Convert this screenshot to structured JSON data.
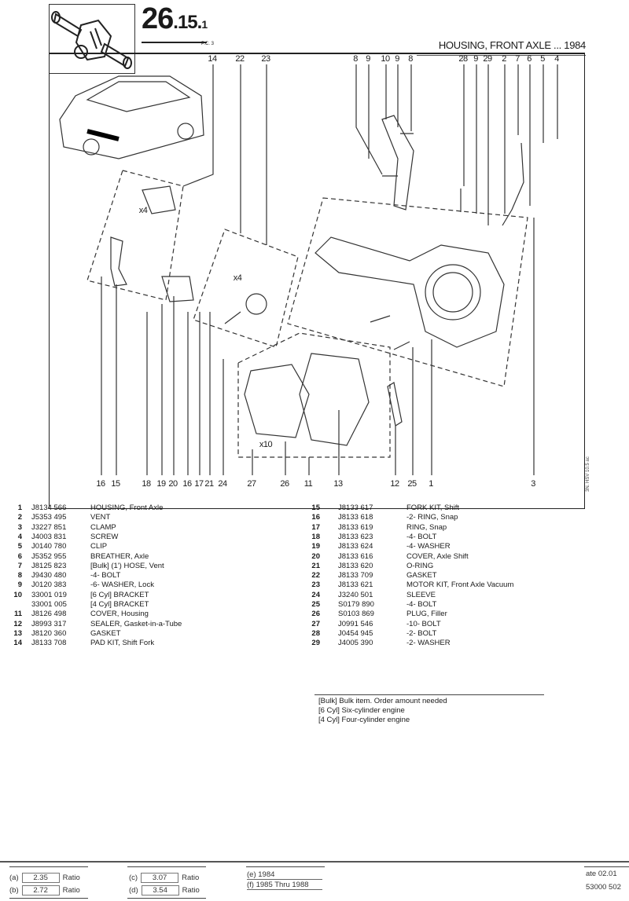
{
  "header": {
    "section_main": "26",
    "section_sub": ".15.",
    "section_index": "1",
    "pc_label": "P.C. 3",
    "title": "HOUSING, FRONT AXLE ... 1984"
  },
  "diagram": {
    "top_callouts": [
      "14",
      "22",
      "23",
      "8",
      "9",
      "10",
      "9",
      "8",
      "28",
      "9",
      "29",
      "2",
      "7",
      "6",
      "5",
      "4"
    ],
    "bottom_callouts": [
      "16",
      "15",
      "18",
      "19",
      "20",
      "16",
      "17",
      "21",
      "24",
      "27",
      "26",
      "11",
      "13",
      "12",
      "25",
      "1",
      "3"
    ],
    "inset_labels": [
      "x4",
      "x4",
      "x10"
    ],
    "side_code": "3N. HSV 10.5 ac"
  },
  "parts_left": [
    {
      "no": "1",
      "part": "J8134 566",
      "desc": "HOUSING, Front Axle"
    },
    {
      "no": "2",
      "part": "J5353 495",
      "desc": "VENT"
    },
    {
      "no": "3",
      "part": "J3227 851",
      "desc": "CLAMP"
    },
    {
      "no": "4",
      "part": "J4003 831",
      "desc": "SCREW"
    },
    {
      "no": "5",
      "part": "J0140 780",
      "desc": "CLIP"
    },
    {
      "no": "6",
      "part": "J5352 955",
      "desc": "BREATHER, Axle"
    },
    {
      "no": "7",
      "part": "J8125 823",
      "desc": "[Bulk] (1')   HOSE, Vent"
    },
    {
      "no": "8",
      "part": "J9430 480",
      "desc": "-4- BOLT"
    },
    {
      "no": "9",
      "part": "J0120 383",
      "desc": "-6- WASHER, Lock"
    },
    {
      "no": "10",
      "part": "33001 019",
      "desc": "[6 Cyl]   BRACKET"
    },
    {
      "no": "",
      "part": "33001 005",
      "desc": "[4 Cyl]   BRACKET"
    },
    {
      "no": "11",
      "part": "J8126 498",
      "desc": "COVER, Housing"
    },
    {
      "no": "12",
      "part": "J8993 317",
      "desc": "SEALER, Gasket-in-a-Tube"
    },
    {
      "no": "13",
      "part": "J8120 360",
      "desc": "GASKET"
    },
    {
      "no": "14",
      "part": "J8133 708",
      "desc": "PAD KIT, Shift Fork"
    }
  ],
  "parts_right": [
    {
      "no": "15",
      "part": "J8133 617",
      "desc": "FORK KIT, Shift"
    },
    {
      "no": "16",
      "part": "J8133 618",
      "desc": "-2- RING, Snap"
    },
    {
      "no": "17",
      "part": "J8133 619",
      "desc": "RING, Snap"
    },
    {
      "no": "18",
      "part": "J8133 623",
      "desc": "-4- BOLT"
    },
    {
      "no": "19",
      "part": "J8133 624",
      "desc": "-4- WASHER"
    },
    {
      "no": "20",
      "part": "J8133 616",
      "desc": "COVER, Axle Shift"
    },
    {
      "no": "21",
      "part": "J8133 620",
      "desc": "O-RING"
    },
    {
      "no": "22",
      "part": "J8133 709",
      "desc": "GASKET"
    },
    {
      "no": "23",
      "part": "J8133 621",
      "desc": "MOTOR KIT, Front Axle Vacuum"
    },
    {
      "no": "24",
      "part": "J3240 501",
      "desc": "SLEEVE"
    },
    {
      "no": "25",
      "part": "S0179 890",
      "desc": "-4- BOLT"
    },
    {
      "no": "26",
      "part": "S0103 869",
      "desc": "PLUG, Filler"
    },
    {
      "no": "27",
      "part": "J0991 546",
      "desc": "-10- BOLT"
    },
    {
      "no": "28",
      "part": "J0454 945",
      "desc": "-2- BOLT"
    },
    {
      "no": "29",
      "part": "J4005 390",
      "desc": "-2- WASHER"
    }
  ],
  "notes": [
    "[Bulk] Bulk item.  Order amount needed",
    "[6 Cyl] Six-cylinder engine",
    "[4 Cyl] Four-cylinder engine"
  ],
  "footer": {
    "ratios": [
      {
        "key": "(a)",
        "value": "2.35",
        "label": "Ratio"
      },
      {
        "key": "(b)",
        "value": "2.72",
        "label": "Ratio"
      },
      {
        "key": "(c)",
        "value": "3.07",
        "label": "Ratio"
      },
      {
        "key": "(d)",
        "value": "3.54",
        "label": "Ratio"
      }
    ],
    "years": [
      {
        "key": "(e)",
        "value": "1984"
      },
      {
        "key": "(f)",
        "value": "1985 Thru 1988"
      }
    ],
    "date": "ate 02.01",
    "code": "53000 502"
  }
}
